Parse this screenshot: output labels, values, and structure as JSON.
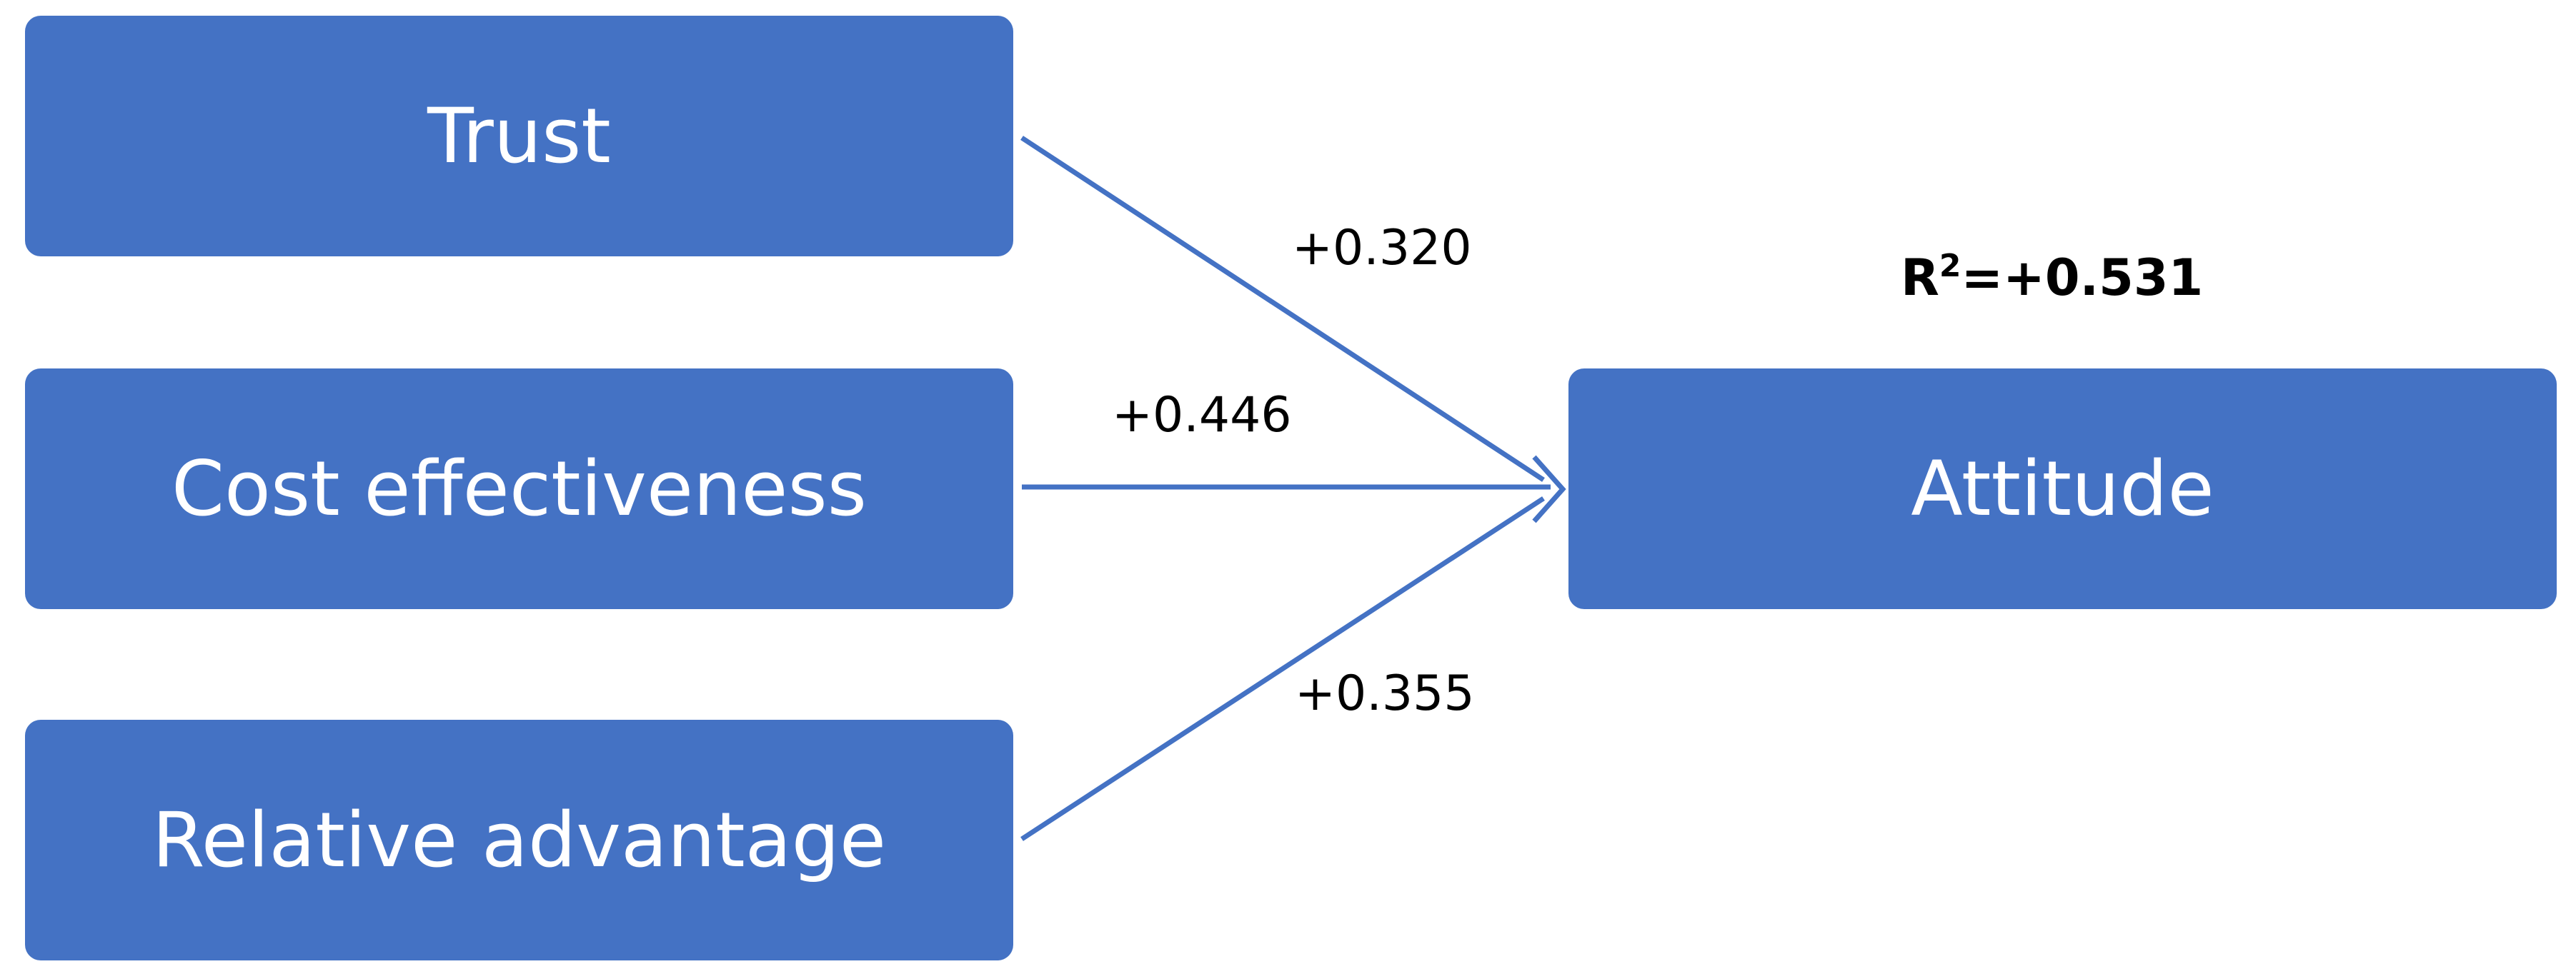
{
  "diagram": {
    "nodes": {
      "trust": "Trust",
      "cost": "Cost effectiveness",
      "relative": "Relative advantage",
      "attitude": "Attitude"
    },
    "edges": [
      {
        "from": "trust",
        "to": "attitude",
        "coefficient": "+0.320"
      },
      {
        "from": "cost",
        "to": "attitude",
        "coefficient": "+0.446"
      },
      {
        "from": "relative",
        "to": "attitude",
        "coefficient": "+0.355"
      }
    ],
    "r_squared": {
      "prefix": "R",
      "superscript": "2",
      "value": "=+0.531"
    },
    "colors": {
      "node_fill": "#4472C4",
      "node_text": "#FFFFFF",
      "edge": "#4472C4",
      "label": "#000000"
    }
  }
}
